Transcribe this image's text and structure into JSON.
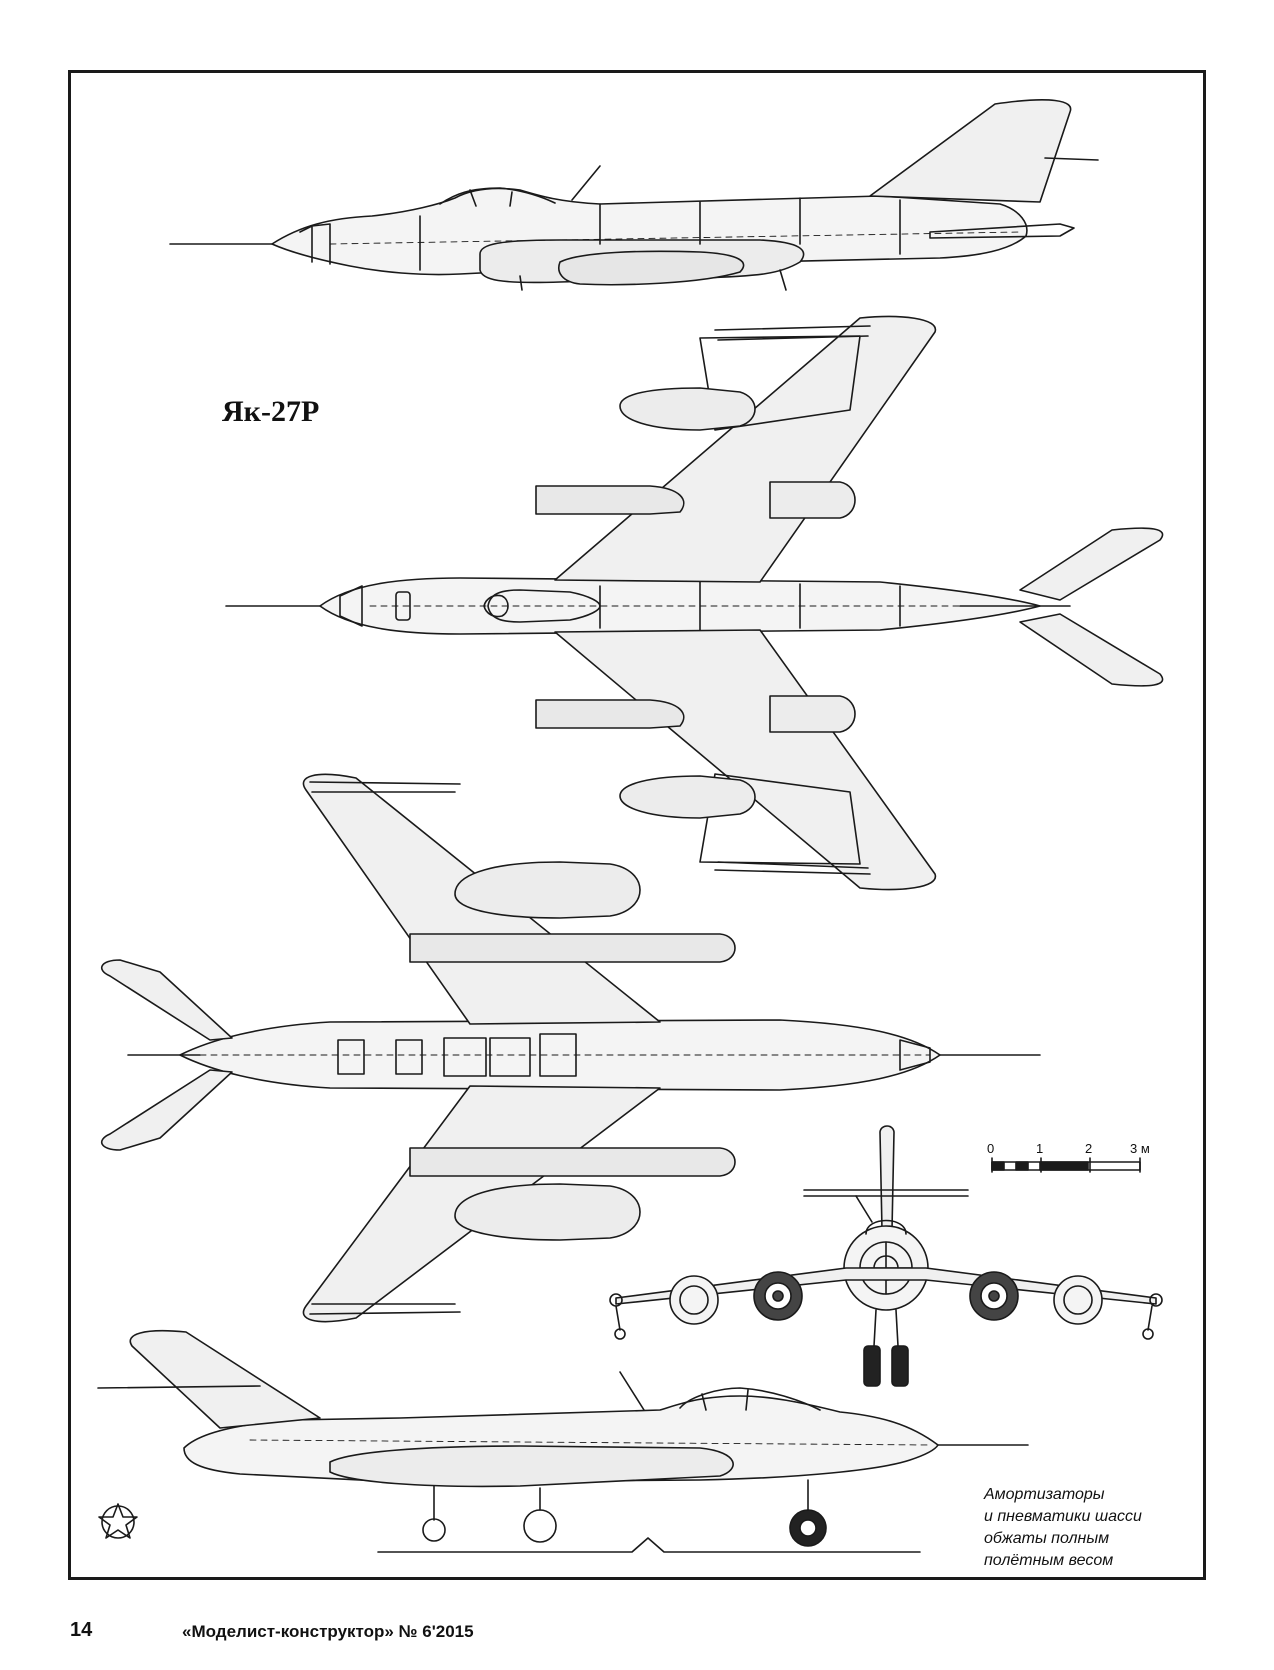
{
  "drawing": {
    "title": "Як-27Р",
    "note_lines": [
      "Амортизаторы",
      "и пневматики шасси",
      "обжаты полным",
      "полётным весом"
    ]
  },
  "scale_bar": {
    "labels": [
      "0",
      "1",
      "2",
      "3 м"
    ]
  },
  "footer": {
    "page_number": "14",
    "magazine": "«Моделист-конструктор» № 6'2015"
  }
}
